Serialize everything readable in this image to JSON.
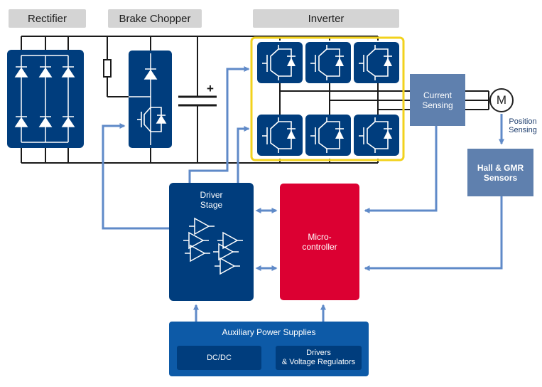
{
  "headers": {
    "rectifier": "Rectifier",
    "brake_chopper": "Brake Chopper",
    "inverter": "Inverter"
  },
  "blocks": {
    "current_sensing": "Current\nSensing",
    "hall_gmr": "Hall & GMR\nSensors",
    "driver_stage": "Driver\nStage",
    "microcontroller": "Micro-\ncontroller",
    "aux_power": "Auxiliary Power Supplies",
    "dcdc": "DC/DC",
    "drivers_vr": "Drivers\n& Voltage Regulators"
  },
  "labels": {
    "position_sensing": "Position\nSensing",
    "motor": "M",
    "capacitor_polarity": "+"
  },
  "colors": {
    "steel_blue": "#5f80ae",
    "navy": "#003d7d",
    "red": "#dc0032",
    "blue": "#0d5aa7",
    "arrow": "#5f8ac8",
    "inverter_highlight": "#f2d21c",
    "header_gray": "#d4d4d4"
  },
  "icons": [
    "diode-icon",
    "igbt-icon",
    "resistor-icon",
    "capacitor-icon",
    "buffer-amplifier-icon",
    "motor-icon"
  ]
}
